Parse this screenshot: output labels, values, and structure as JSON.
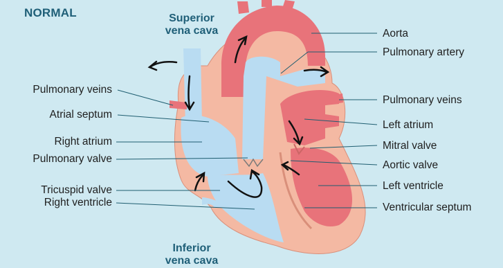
{
  "title": "NORMAL",
  "superior_vena_cava": [
    "Superior",
    "vena cava"
  ],
  "inferior_vena_cava": [
    "Inferior",
    "vena cava"
  ],
  "left_labels": [
    "Pulmonary veins",
    "Atrial septum",
    "Right atrium",
    "Pulmonary valve",
    "Tricuspid valve",
    "Right ventricle"
  ],
  "right_labels": [
    "Aorta",
    "Pulmonary artery",
    "Pulmonary veins",
    "Left atrium",
    "Mitral valve",
    "Aortic valve",
    "Left ventricle",
    "Ventricular septum"
  ],
  "colors": {
    "background": "#cfe9f1",
    "heart_wall": "#f4b9a3",
    "oxygenated": "#e8737a",
    "deoxygenated": "#b9dcf2",
    "label_heading": "#1f5f78"
  }
}
